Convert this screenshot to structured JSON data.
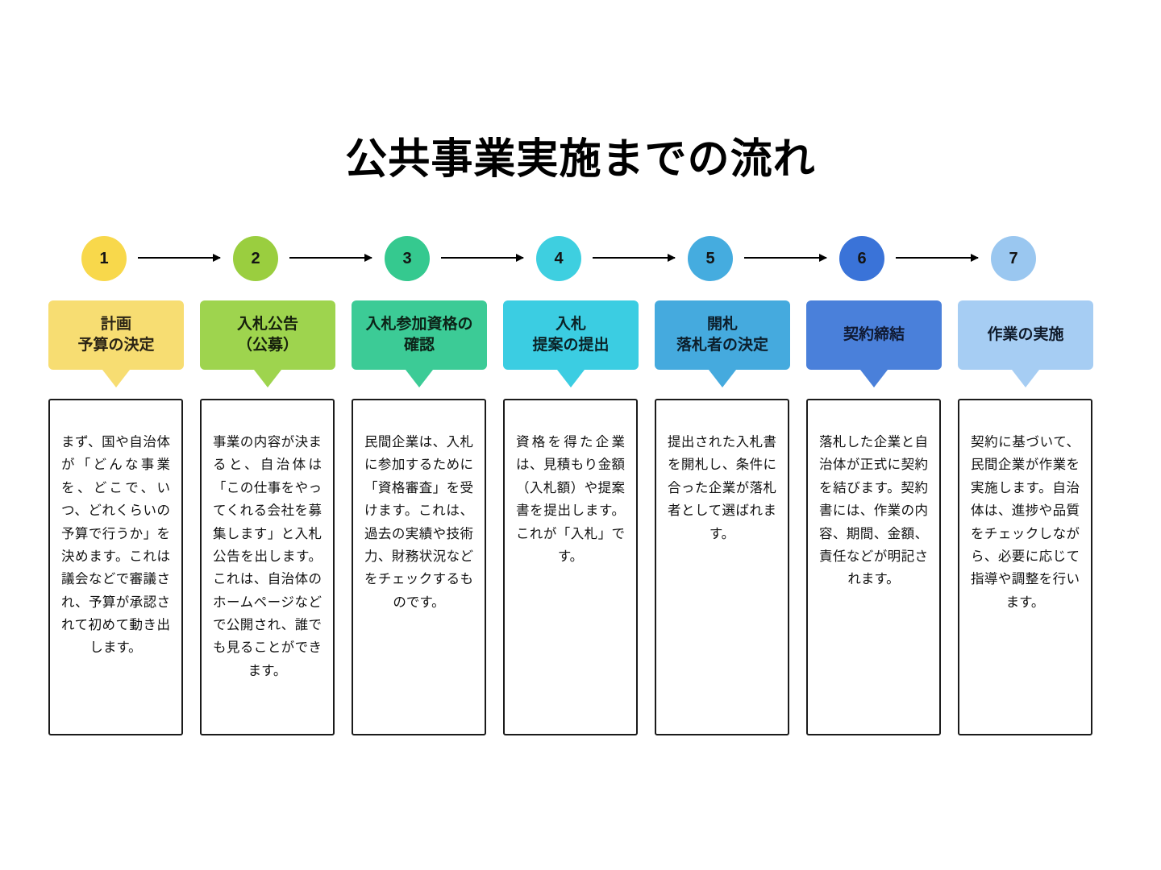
{
  "title": "公共事業実施までの流れ",
  "diagram": {
    "type": "horizontal-process-flow",
    "step_count": 7,
    "connector": "arrow-right",
    "steps": [
      {
        "number": "1",
        "label": "計画\n予算の決定",
        "label_lines": [
          "計画",
          "予算の決定"
        ],
        "description": "まず、国や自治体が「どんな事業を、どこで、いつ、どれくらいの予算で行うか」を決めます。これは議会などで審議され、予算が承認されて初めて動き出します。",
        "circle_color": "#f8d84b",
        "banner_color": "#f7dd72",
        "text_color": "#2b2415"
      },
      {
        "number": "2",
        "label": "入札公告\n（公募）",
        "label_lines": [
          "入札公告",
          "（公募）"
        ],
        "description": "事業の内容が決まると、自治体は「この仕事をやってくれる会社を募集します」と入札公告を出します。これは、自治体のホームページなどで公開され、誰でも見ることができます。",
        "circle_color": "#9ace3f",
        "banner_color": "#9ed44e",
        "text_color": "#16200c"
      },
      {
        "number": "3",
        "label": "入札参加資格の\n確認",
        "label_lines": [
          "入札参加資格の",
          "確認"
        ],
        "description": "民間企業は、入札に参加するために「資格審査」を受けます。これは、過去の実績や技術力、財務状況などをチェックするものです。",
        "circle_color": "#35c98f",
        "banner_color": "#3ccb96",
        "text_color": "#0c2318"
      },
      {
        "number": "4",
        "label": "入札\n提案の提出",
        "label_lines": [
          "入札",
          "提案の提出"
        ],
        "description": "資格を得た企業は、見積もり金額（入札額）や提案書を提出します。これが「入札」です。",
        "circle_color": "#3ecfe0",
        "banner_color": "#3bcde2",
        "text_color": "#0b2328"
      },
      {
        "number": "5",
        "label": "開札\n落札者の決定",
        "label_lines": [
          "開札",
          "落札者の決定"
        ],
        "description": "提出された入札書を開札し、条件に合った企業が落札者として選ばれます。",
        "circle_color": "#45acdf",
        "banner_color": "#45aade",
        "text_color": "#0c1f2c"
      },
      {
        "number": "6",
        "label": "契約締結",
        "label_lines": [
          "契約締結"
        ],
        "description": "落札した企業と自治体が正式に契約を結びます。契約書には、作業の内容、期間、金額、責任などが明記されます。",
        "circle_color": "#3a73d8",
        "banner_color": "#4a80da",
        "text_color": "#101a33"
      },
      {
        "number": "7",
        "label": "作業の実施",
        "label_lines": [
          "作業の実施"
        ],
        "description": "契約に基づいて、民間企業が作業を実施します。自治体は、進捗や品質をチェックしながら、必要に応じて指導や調整を行います。",
        "circle_color": "#9ac7f0",
        "banner_color": "#a6cdf3",
        "text_color": "#101b2b"
      }
    ]
  }
}
